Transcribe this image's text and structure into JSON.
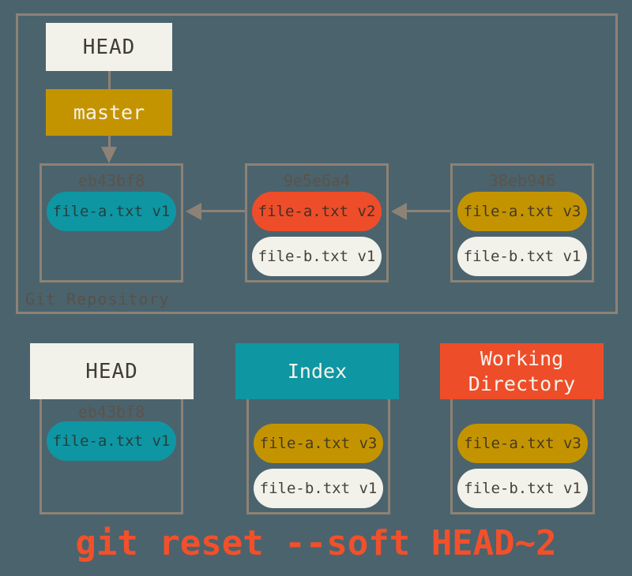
{
  "colors": {
    "background": "#4b636d",
    "border_and_arrows": "#8d8275",
    "teal": "#0f96a3",
    "gold": "#c49400",
    "red": "#ee4d29",
    "offwhite": "#f2f1ea",
    "caption_text": "#f2502b",
    "hash_text": "#5a544a"
  },
  "repository": {
    "label": "Git Repository",
    "head_label": "HEAD",
    "branch_label": "master",
    "commits": [
      {
        "hash": "eb43bf8",
        "files": [
          {
            "label": "file-a.txt v1",
            "color": "teal"
          }
        ]
      },
      {
        "hash": "9e5e6a4",
        "files": [
          {
            "label": "file-a.txt v2",
            "color": "red"
          },
          {
            "label": "file-b.txt v1",
            "color": "offwhite"
          }
        ]
      },
      {
        "hash": "38eb946",
        "files": [
          {
            "label": "file-a.txt v3",
            "color": "gold"
          },
          {
            "label": "file-b.txt v1",
            "color": "offwhite"
          }
        ]
      }
    ]
  },
  "areas": [
    {
      "title": "HEAD",
      "header_color": "offwhite",
      "hash": "eb43bf8",
      "files": [
        {
          "label": "file-a.txt v1",
          "color": "teal"
        }
      ]
    },
    {
      "title": "Index",
      "header_color": "teal",
      "files": [
        {
          "label": "file-a.txt v3",
          "color": "gold"
        },
        {
          "label": "file-b.txt v1",
          "color": "offwhite"
        }
      ]
    },
    {
      "title": "Working Directory",
      "header_color": "red",
      "files": [
        {
          "label": "file-a.txt v3",
          "color": "gold"
        },
        {
          "label": "file-b.txt v1",
          "color": "offwhite"
        }
      ]
    }
  ],
  "caption": "git reset --soft HEAD~2"
}
